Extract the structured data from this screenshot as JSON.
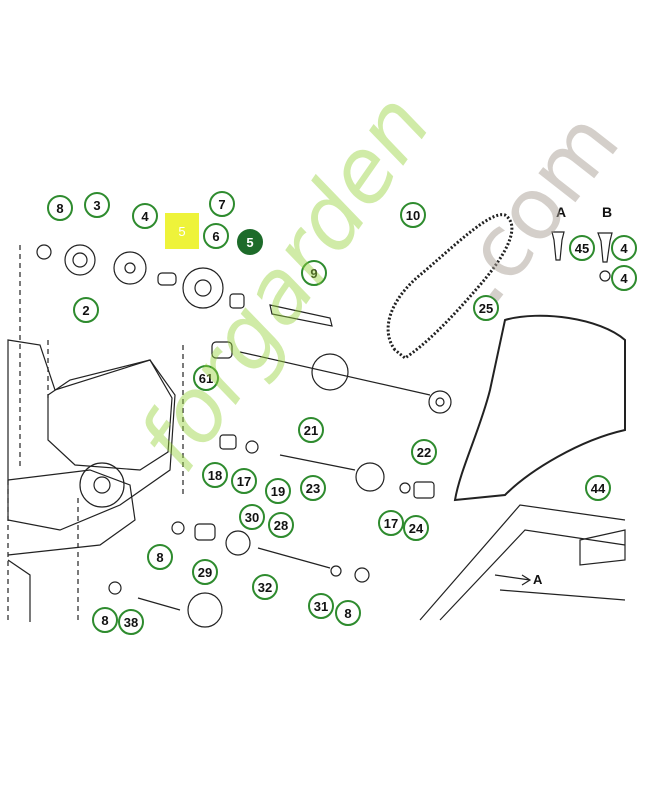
{
  "highlight_label": "5",
  "arrow_label": "A",
  "letters": {
    "a": "A",
    "b": "B"
  },
  "callouts": {
    "c8a": "8",
    "c3": "3",
    "c4": "4",
    "c7": "7",
    "c6": "6",
    "c5": "5",
    "c10": "10",
    "c45": "45",
    "c4b": "4",
    "c4c": "4",
    "c9": "9",
    "c2": "2",
    "c25": "25",
    "c61": "61",
    "c21": "21",
    "c22": "22",
    "c18": "18",
    "c17a": "17",
    "c19": "19",
    "c23": "23",
    "c44": "44",
    "c30": "30",
    "c28": "28",
    "c8b": "8",
    "c17b": "17",
    "c24": "24",
    "c29": "29",
    "c32": "32",
    "c31": "31",
    "c8c": "8",
    "c8d": "8",
    "c38": "38"
  },
  "watermark": {
    "main": "forgarden",
    "suffix": ".com"
  },
  "colors": {
    "callout_border": "#2e8b2e",
    "callout_filled": "#1d6b2a",
    "highlight": "#eef33a",
    "line": "#222222"
  }
}
